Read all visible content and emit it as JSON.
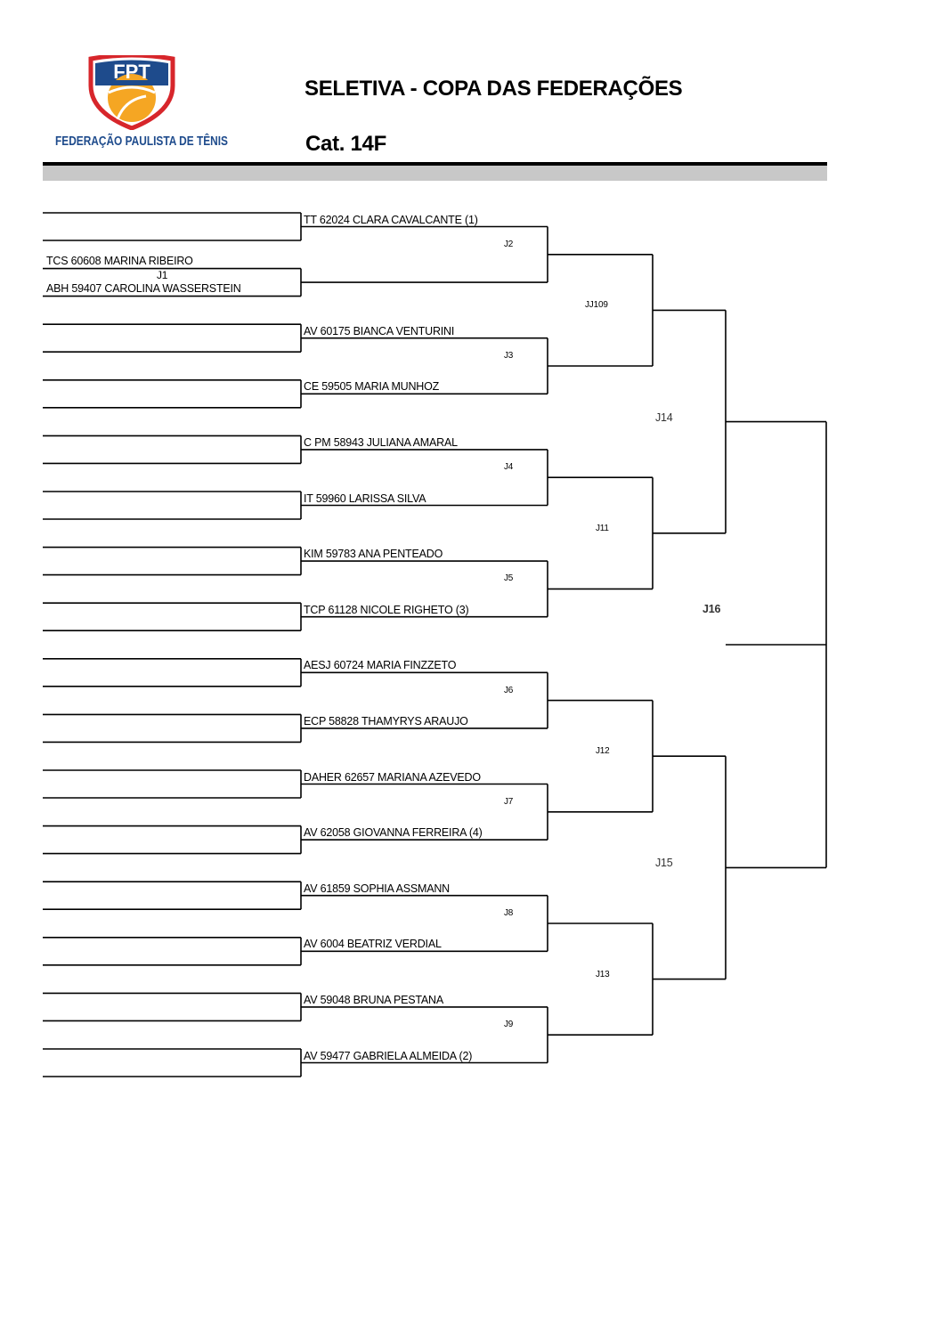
{
  "header": {
    "logo_text": "FPT",
    "federation": "FEDERAÇÃO PAULISTA DE TÊNIS",
    "title": "SELETIVA - COPA DAS FEDERAÇÕES",
    "category": "Cat. 14F"
  },
  "colors": {
    "logo_blue": "#1e4b8c",
    "logo_red": "#d7262b",
    "logo_orange": "#f5a623",
    "separator_gray": "#c8c8c8"
  },
  "first_round": {
    "top_player": "TCS 60608 MARINA RIBEIRO",
    "match": "J1",
    "bottom_player": "ABH 59407 CAROLINA WASSERSTEIN"
  },
  "second_round_players": [
    "TT 62024 CLARA CAVALCANTE (1)",
    "",
    "AV 60175 BIANCA VENTURINI",
    "CE 59505 MARIA MUNHOZ",
    "C PM 58943 JULIANA AMARAL",
    "IT 59960 LARISSA SILVA",
    "KIM 59783 ANA PENTEADO",
    "TCP 61128 NICOLE RIGHETO (3)",
    "AESJ 60724 MARIA FINZZETO",
    "ECP 58828 THAMYRYS ARAUJO",
    "DAHER 62657 MARIANA AZEVEDO",
    "AV 62058 GIOVANNA FERREIRA (4)",
    "AV 61859 SOPHIA ASSMANN",
    "AV 6004 BEATRIZ VERDIAL",
    "AV 59048 BRUNA PESTANA",
    "AV 59477 GABRIELA ALMEIDA (2)"
  ],
  "round2_matches": [
    "J2",
    "J3",
    "J4",
    "J5",
    "J6",
    "J7",
    "J8",
    "J9"
  ],
  "quarter_matches": [
    "JJ109",
    "J11",
    "J12",
    "J13"
  ],
  "semi_matches": [
    "J14",
    "J15"
  ],
  "final_match": "J16"
}
